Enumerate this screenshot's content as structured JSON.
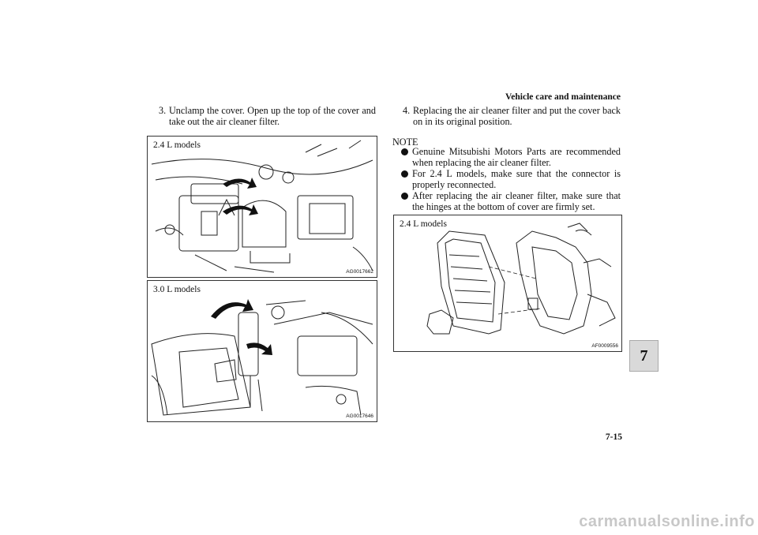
{
  "header": {
    "section_title": "Vehicle care and maintenance"
  },
  "left_column": {
    "step3": {
      "number": "3.",
      "text": "Unclamp the cover. Open up the top of the cover and take out the air cleaner filter."
    },
    "figure1": {
      "label": "2.4 L models",
      "code": "AG0017662"
    },
    "figure2": {
      "label": "3.0 L models",
      "code": "AG0017646"
    }
  },
  "right_column": {
    "step4": {
      "number": "4.",
      "text": "Replacing the air cleaner filter and put the cover back on in its original position."
    },
    "note": {
      "heading": "NOTE",
      "items": [
        "Genuine Mitsubishi Motors Parts are recommended when replacing the air cleaner filter.",
        "For 2.4 L models, make sure that the connector is properly reconnected.",
        "After replacing the air cleaner filter, make sure that the hinges at the bottom of cover are firmly set."
      ]
    },
    "figure3": {
      "label": "2.4 L models",
      "code": "AF0009556"
    }
  },
  "chapter_tab": {
    "number": "7"
  },
  "footer": {
    "page_number": "7-15"
  },
  "watermark": {
    "text": "carmanualsonline.info"
  }
}
